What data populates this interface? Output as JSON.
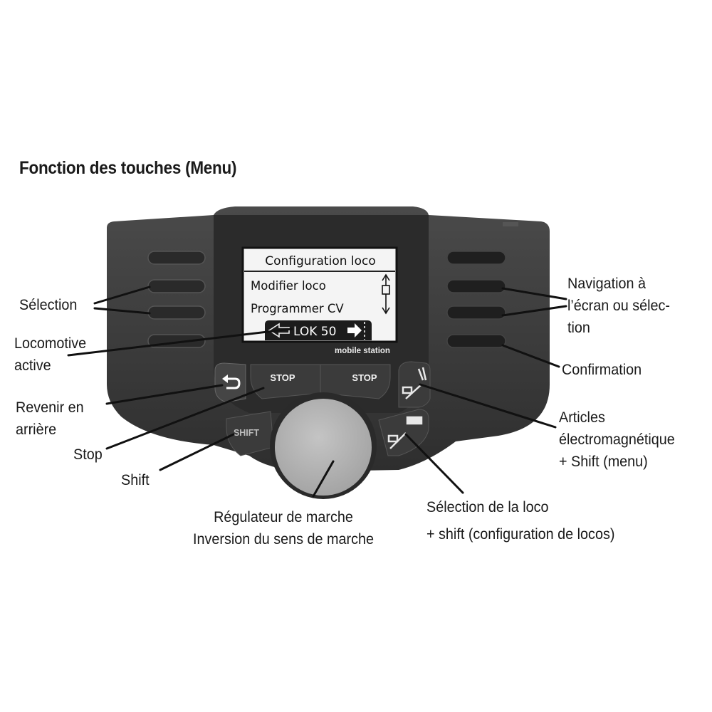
{
  "title": "Fonction des touches (Menu)",
  "screen": {
    "header": "Configuration loco",
    "items": [
      "Modifier loco",
      "Programmer CV"
    ],
    "loco": "LOK 50",
    "brand": "mobile station"
  },
  "buttons": {
    "stop_left": "STOP",
    "stop_right": "STOP",
    "shift": "SHIFT"
  },
  "labels": {
    "selection": "Sélection",
    "loco_active": [
      "Locomotive",
      "active"
    ],
    "back": [
      "Revenir en",
      "arrière"
    ],
    "stop": "Stop",
    "shift": "Shift",
    "regulator": [
      "Régulateur de marche",
      "Inversion du sens de marche"
    ],
    "navigation": [
      "Navigation à",
      "l’écran ou sélec-",
      "tion"
    ],
    "confirmation": "Confirmation",
    "articles": [
      "Articles",
      "électromagnétique",
      "+ Shift (menu)"
    ],
    "loco_select": [
      "Sélection de la loco",
      "+ shift (configuration de locos)"
    ]
  },
  "colors": {
    "body": "#3a3a3a",
    "body_dark": "#2b2b2b",
    "screen": "#f4f4f4",
    "knob": "#b3b3b3"
  }
}
